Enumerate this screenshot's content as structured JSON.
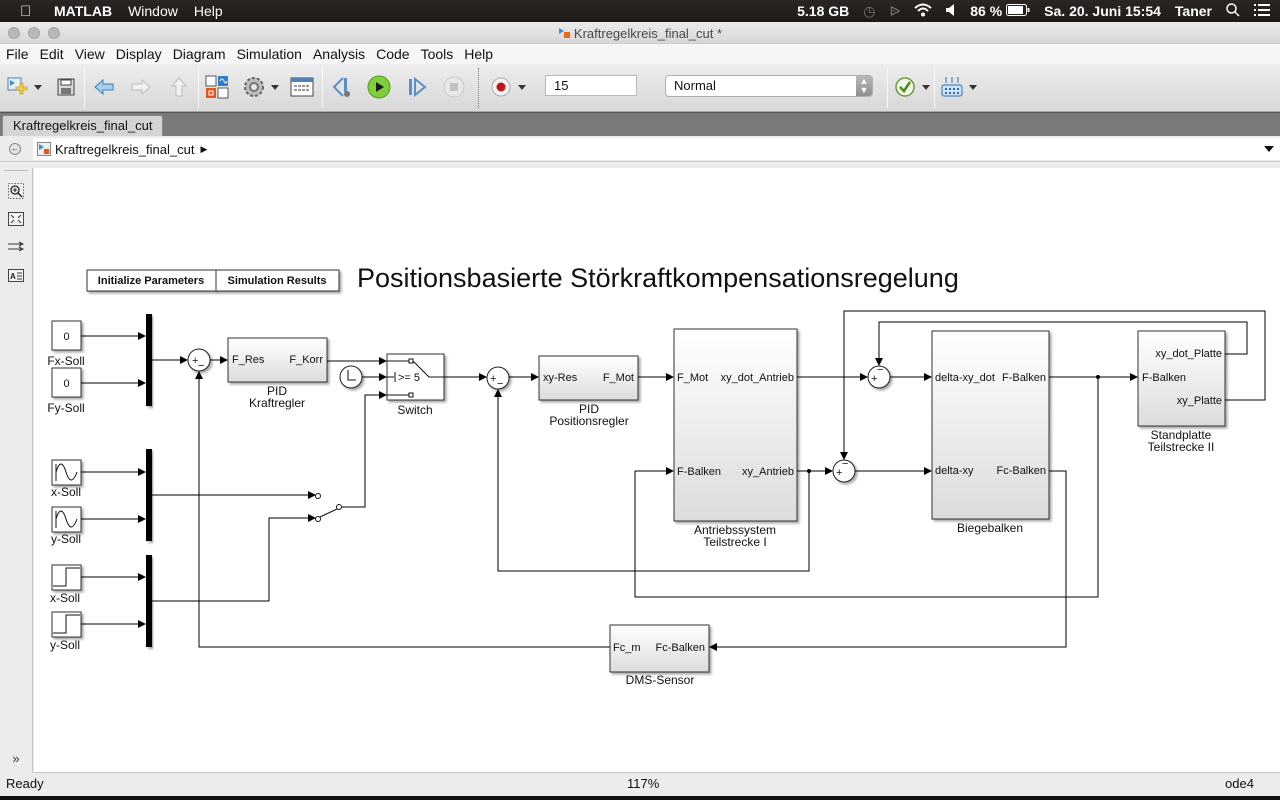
{
  "os_menubar": {
    "app_name": "MATLAB",
    "items": [
      "Window",
      "Help"
    ],
    "status": {
      "memory": "5.18 GB",
      "battery": "86 %",
      "datetime": "Sa. 20. Juni  15:54",
      "user": "Taner"
    }
  },
  "window": {
    "title": "Kraftregelkreis_final_cut *"
  },
  "menu": [
    "File",
    "Edit",
    "View",
    "Display",
    "Diagram",
    "Simulation",
    "Analysis",
    "Code",
    "Tools",
    "Help"
  ],
  "toolbar": {
    "stop_time": "15",
    "sim_mode": "Normal"
  },
  "tabs": [
    {
      "label": "Kraftregelkreis_final_cut"
    }
  ],
  "breadcrumb": {
    "model": "Kraftregelkreis_final_cut"
  },
  "diagram": {
    "title": "Positionsbasierte Störkraftkompensationsregelung",
    "buttons": {
      "init": "Initialize Parameters",
      "results": "Simulation Results"
    },
    "constants": [
      {
        "value": "0",
        "label": "Fx-Soll"
      },
      {
        "value": "0",
        "label": "Fy-Soll"
      }
    ],
    "sine_sources": [
      {
        "label": "x-Soll"
      },
      {
        "label": "y-Soll"
      }
    ],
    "step_sources": [
      {
        "label": "x-Soll"
      },
      {
        "label": "y-Soll"
      }
    ],
    "pid_force": {
      "in": "F_Res",
      "out": "F_Korr",
      "label1": "PID",
      "label2": "Kraftregler"
    },
    "switch": {
      "criteria": ">= 5",
      "label": "Switch"
    },
    "pid_pos": {
      "in": "xy-Res",
      "out": "F_Mot",
      "label1": "PID",
      "label2": "Positionsregler"
    },
    "drive": {
      "in1": "F_Mot",
      "in2": "F-Balken",
      "out1": "xy_dot_Antrieb",
      "out2": "xy_Antrieb",
      "label1": "Antriebssystem",
      "label2": "Teilstrecke I"
    },
    "beam": {
      "in1": "delta-xy_dot",
      "in2": "delta-xy",
      "out1": "F-Balken",
      "out2": "Fc-Balken",
      "label": "Biegebalken"
    },
    "plate": {
      "in1": "F-Balken",
      "out1": "xy_dot_Platte",
      "out2": "xy_Platte",
      "label1": "Standplatte",
      "label2": "Teilstrecke II"
    },
    "sensor": {
      "in": "Fc-Balken",
      "out": "Fc_m",
      "label": "DMS-Sensor"
    },
    "sum_plus": "+",
    "sum_minus": "−"
  },
  "status": {
    "state": "Ready",
    "zoom": "117%",
    "solver": "ode4"
  }
}
